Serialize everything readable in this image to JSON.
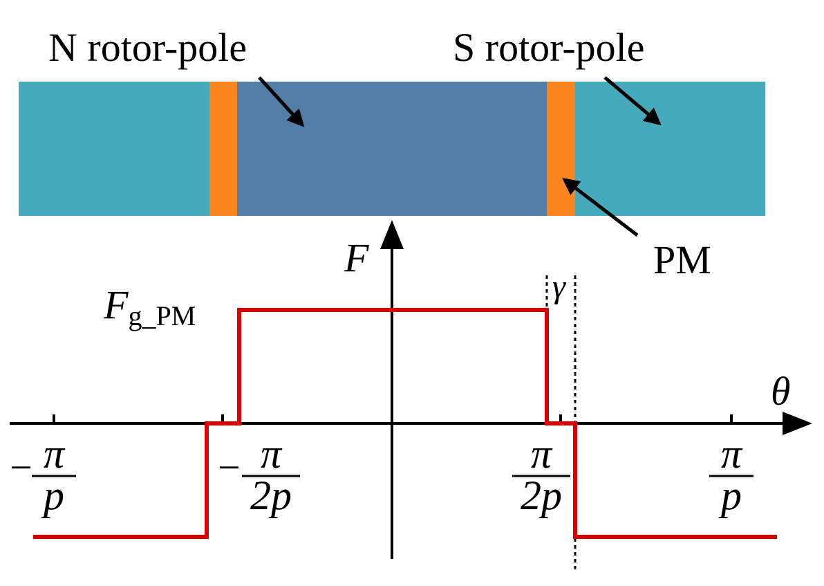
{
  "labels": {
    "n_pole": "N rotor-pole",
    "s_pole": "S rotor-pole",
    "pm": "PM",
    "f_axis": "F",
    "theta_axis": "θ",
    "gamma": "γ",
    "fg_main": "F",
    "fg_sub": "g_PM"
  },
  "ticks": {
    "minus_pi_p": {
      "sign": "−",
      "num": "π",
      "den": "p"
    },
    "minus_pi_2p": {
      "sign": "−",
      "num": "π",
      "den": "2p"
    },
    "pi_2p": {
      "sign": "",
      "num": "π",
      "den": "2p"
    },
    "pi_p": {
      "sign": "",
      "num": "π",
      "den": "p"
    }
  },
  "colors": {
    "s_pole_segment": "#45aabb",
    "n_pole_segment": "#527da5",
    "pm_segment": "#fb861e",
    "waveform": "#dd0000",
    "axis": "#000000"
  }
}
